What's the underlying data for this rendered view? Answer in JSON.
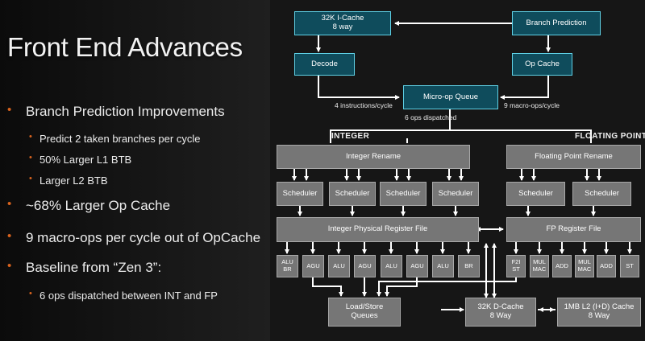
{
  "slide": {
    "title": "Front End Advances",
    "bullets": [
      {
        "text": "Branch Prediction Improvements",
        "level": 1
      },
      {
        "text": "Predict 2 taken branches per cycle",
        "level": 2
      },
      {
        "text": "50% Larger L1 BTB",
        "level": 2
      },
      {
        "text": "Larger L2 BTB",
        "level": 2
      },
      {
        "text": "~68% Larger Op Cache",
        "level": 1
      },
      {
        "text": "9 macro-ops per cycle out of OpCache",
        "level": 1
      },
      {
        "text": "Baseline from “Zen 3”:",
        "level": 1
      },
      {
        "text": "6 ops dispatched between INT and FP",
        "level": 2
      }
    ],
    "bullet_color": "#d8631e"
  },
  "diagram": {
    "colors": {
      "teal_fill": "#0f4c5c",
      "teal_border": "#5fd1e6",
      "gray_fill": "#767676",
      "arrow": "#ffffff"
    },
    "frontend": {
      "icache": "32K I-Cache\n8 way",
      "branch_prediction": "Branch Prediction",
      "decode": "Decode",
      "op_cache": "Op Cache",
      "microop_queue": "Micro-op Queue",
      "decode_rate": "4 instructions/cycle",
      "opcache_rate": "9 macro-ops/cycle",
      "dispatch": "6 ops dispatched"
    },
    "integer": {
      "heading": "INTEGER",
      "rename": "Integer Rename",
      "schedulers": [
        "Scheduler",
        "Scheduler",
        "Scheduler",
        "Scheduler"
      ],
      "register_file": "Integer Physical Register File",
      "units": [
        "ALU\nBR",
        "AGU",
        "ALU",
        "AGU",
        "ALU",
        "AGU",
        "ALU",
        "BR"
      ]
    },
    "floating_point": {
      "heading": "FLOATING POINT",
      "rename": "Floating Point Rename",
      "schedulers": [
        "Scheduler",
        "Scheduler"
      ],
      "register_file": "FP Register File",
      "units": [
        "F2I\nST",
        "MUL\nMAC",
        "ADD",
        "MUL\nMAC",
        "ADD",
        "ST"
      ]
    },
    "memory": {
      "load_store": "Load/Store\nQueues",
      "dcache": "32K D-Cache\n8 Way",
      "l2": "1MB L2 (I+D) Cache\n8 Way"
    }
  }
}
